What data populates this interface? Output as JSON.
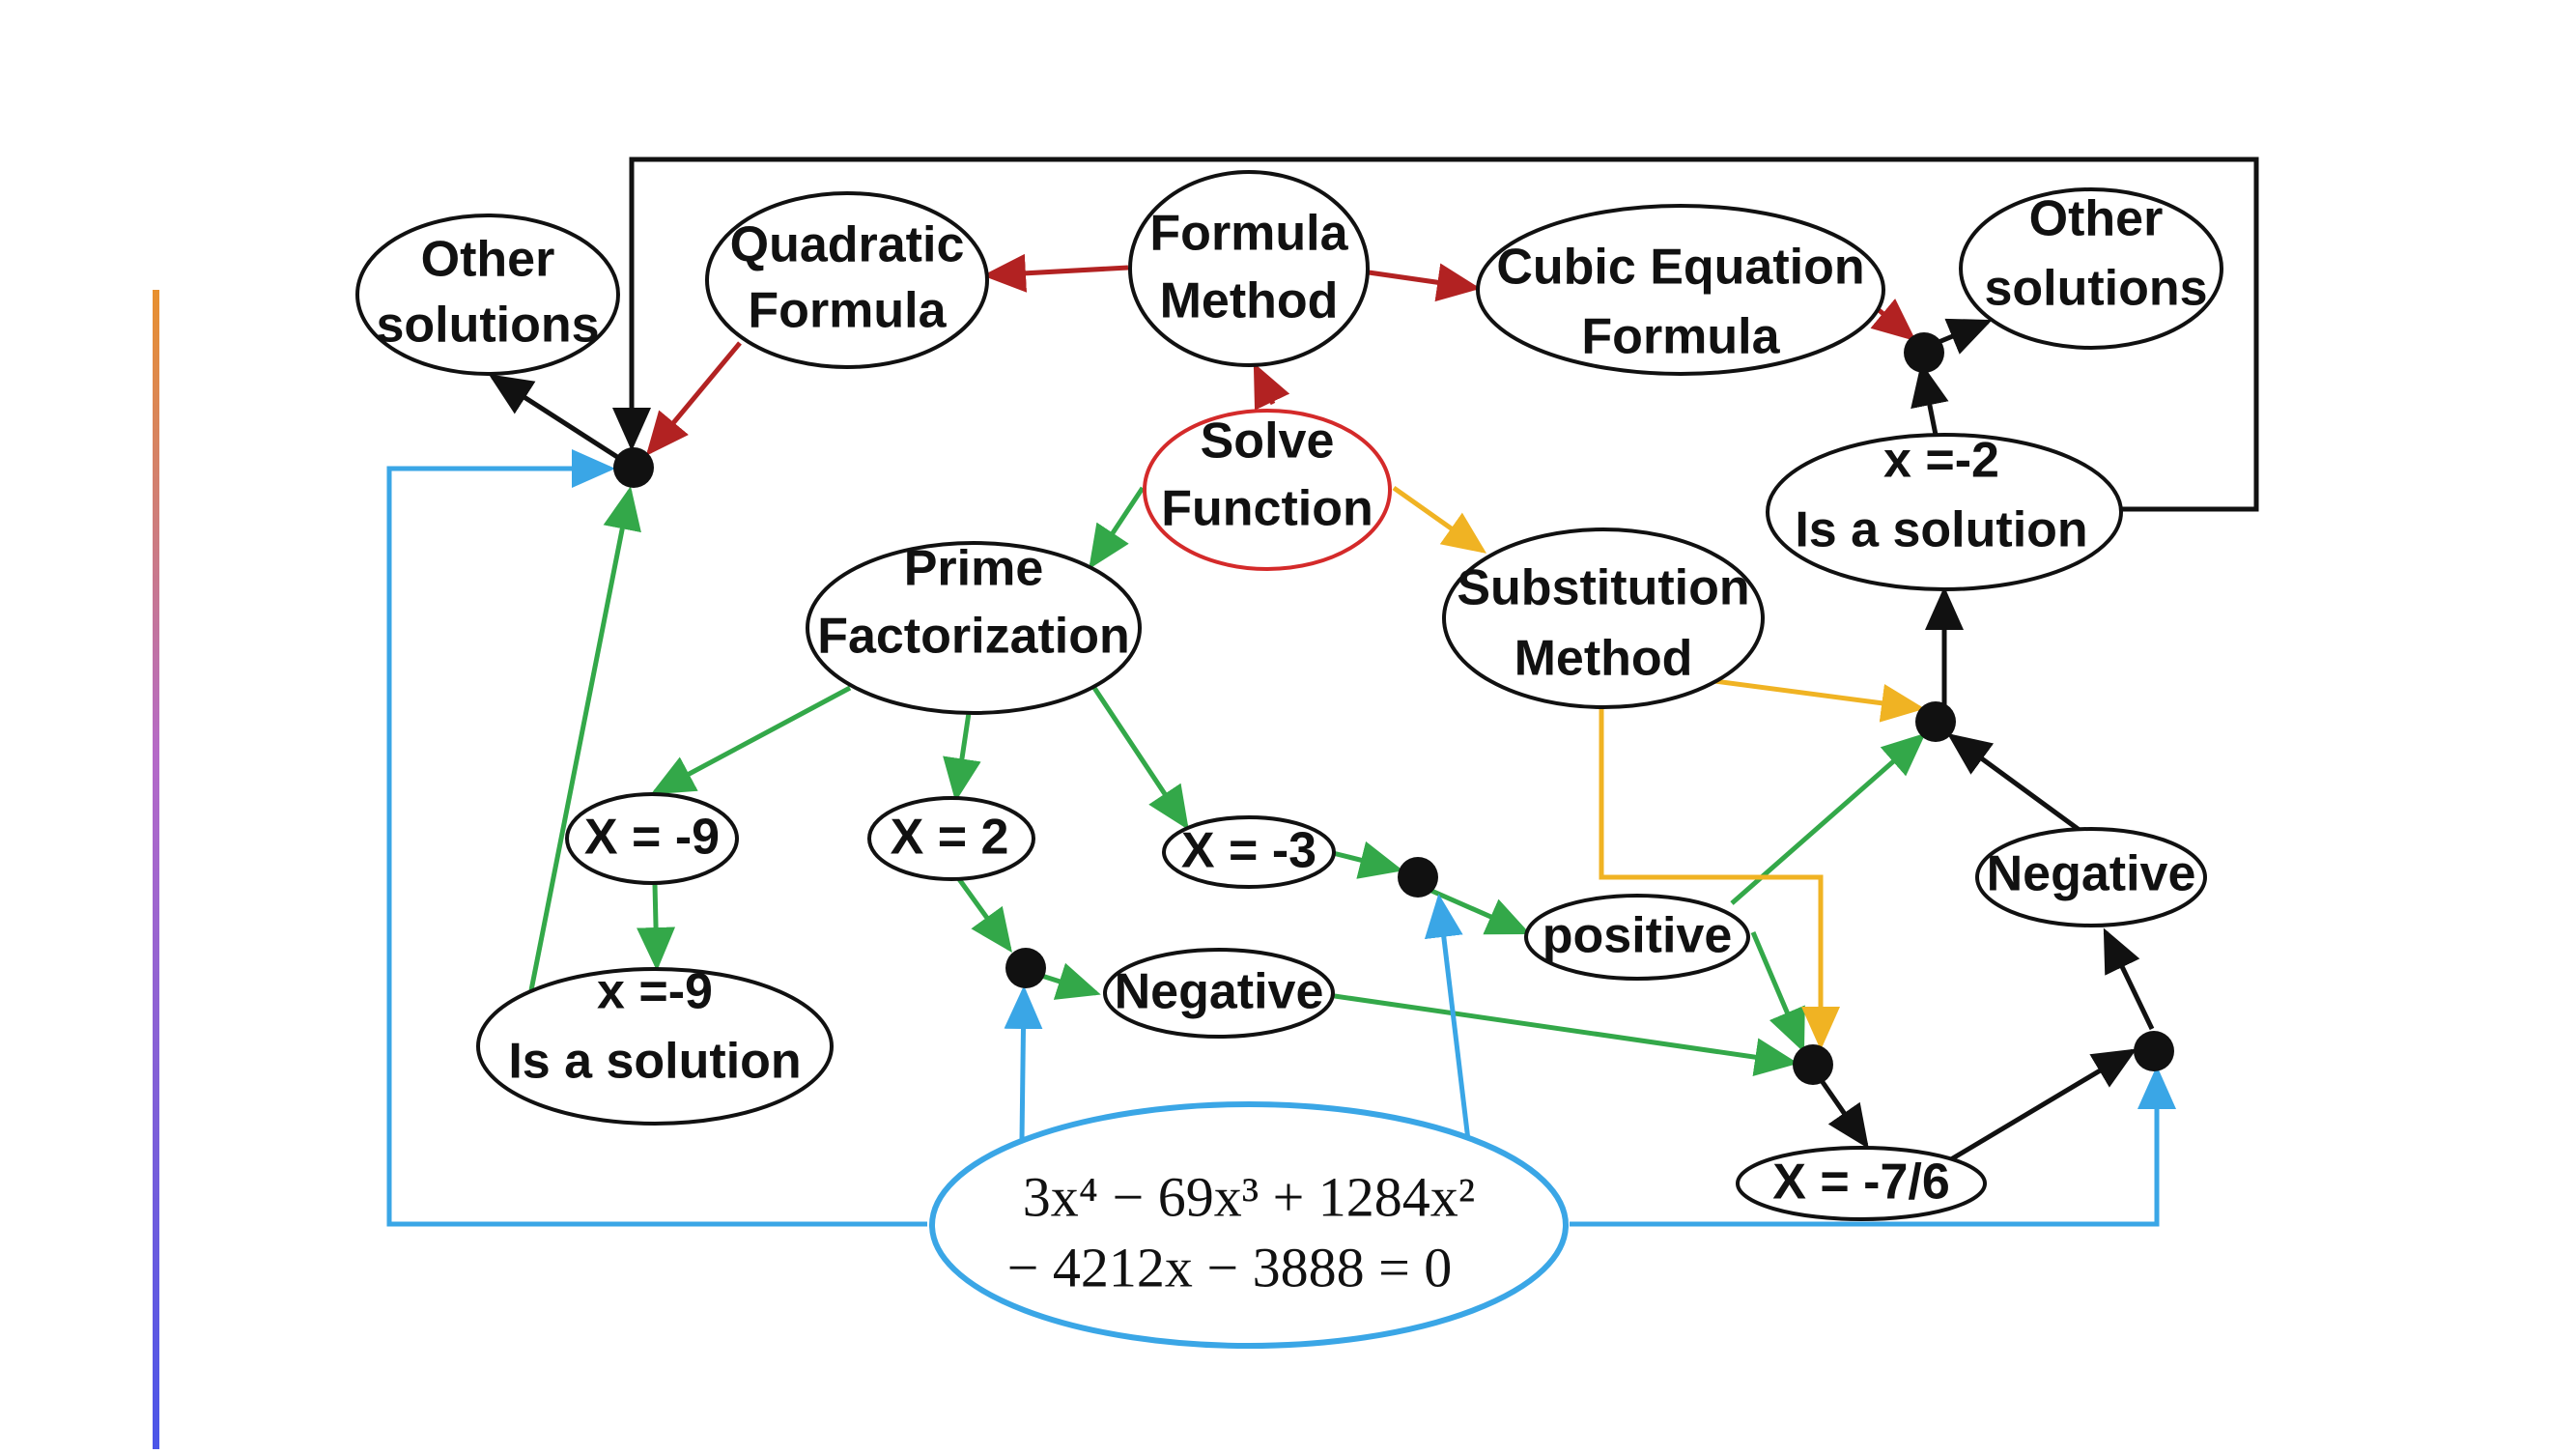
{
  "diagram": {
    "colors": {
      "black": "#111111",
      "red": "#b22222",
      "green": "#33a849",
      "yellow": "#f0b323",
      "blue": "#3aa6e6",
      "start_outline": "#d42a2a",
      "equation_outline": "#3aa6e6"
    },
    "nodes": {
      "other_left": [
        "Other",
        "solutions"
      ],
      "quadratic": [
        "Quadratic",
        "Formula"
      ],
      "formula_method": [
        "Formula",
        "Method"
      ],
      "cubic": [
        "Cubic Equation",
        "Formula"
      ],
      "other_right": [
        "Other",
        "solutions"
      ],
      "solve": [
        "Solve",
        "Function"
      ],
      "prime": [
        "Prime",
        "Factorization"
      ],
      "substitution": [
        "Substitution",
        "Method"
      ],
      "x_minus2": [
        "x =-2",
        "Is a solution"
      ],
      "x_neg9": [
        "X = -9"
      ],
      "x_2": [
        "X = 2"
      ],
      "x_neg3": [
        "X = -3"
      ],
      "x_minus9": [
        "x =-9",
        "Is a solution"
      ],
      "negative_mid": [
        "Negative"
      ],
      "positive": [
        "positive"
      ],
      "negative_right": [
        "Negative"
      ],
      "x_neg7_6": [
        "X = -7/6"
      ],
      "equation": [
        "3x⁴ − 69x³ + 1284x²",
        "− 4212x − 3888 = 0"
      ]
    }
  }
}
